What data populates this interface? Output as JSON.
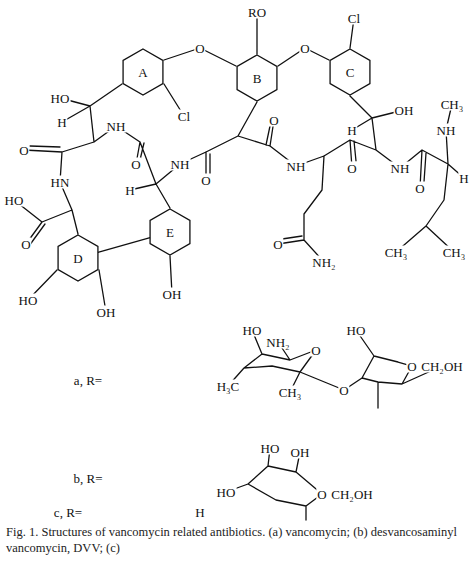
{
  "diagram": {
    "caption": "Fig. 1. Structures of vancomycin related antibiotics. (a) vancomycin; (b) desvancosaminyl vancomycin, DVV; (c)",
    "nodes": [
      {
        "text": [
          "A"
        ]
      },
      {
        "text": [
          "B"
        ]
      },
      {
        "text": [
          "C"
        ]
      },
      {
        "text": [
          "E"
        ]
      },
      {
        "text": [
          "D"
        ]
      }
    ],
    "edges": [
      {
        "from": 4,
        "to": 3,
        "arrow": "none"
      }
    ],
    "labels": [
      "RO",
      "Cl",
      "O",
      "O",
      "HO",
      "Cl",
      "OH",
      "H",
      "NH",
      "H",
      "O",
      "O",
      "O",
      "NH",
      "NH",
      "O",
      "NH",
      "CH₃",
      "NH",
      "H",
      "HN",
      "O",
      "H",
      "O",
      "HO",
      "O",
      "O",
      "CH₃",
      "CH₃",
      "NH₂",
      "HO",
      "OH",
      "OH",
      "HO",
      "HO",
      "NH₂",
      "O",
      "O",
      "CH₂OH",
      "a, R=",
      "H₃C",
      "CH₃",
      "O",
      "HO",
      "OH",
      "b, R=",
      "HO",
      "O",
      "CH₂OH",
      "c, R=",
      "H"
    ]
  }
}
